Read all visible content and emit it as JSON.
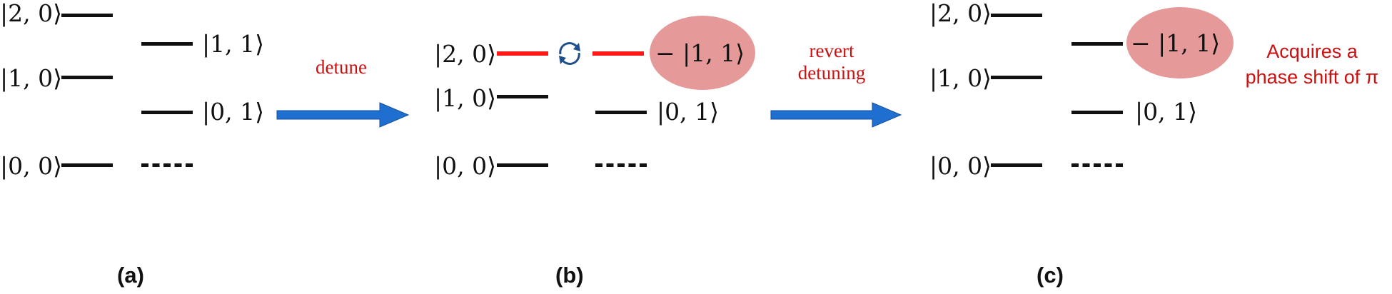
{
  "panels": {
    "a": {
      "label": "(a)",
      "kets": {
        "k20": "|2, 0⟩",
        "k10": "|1, 0⟩",
        "k00": "|0, 0⟩",
        "k11": "|1, 1⟩",
        "k01": "|0, 1⟩"
      }
    },
    "b": {
      "label": "(b)",
      "kets": {
        "k20": "|2, 0⟩",
        "k10": "|1, 0⟩",
        "k00": "|0, 0⟩",
        "k11": "− |1, 1⟩",
        "k01": "|0, 1⟩"
      }
    },
    "c": {
      "label": "(c)",
      "kets": {
        "k20": "|2, 0⟩",
        "k10": "|1, 0⟩",
        "k00": "|0, 0⟩",
        "k11": "− |1, 1⟩",
        "k01": "|0, 1⟩"
      },
      "note_line1": "Acquires a",
      "note_line2": "phase shift of π"
    }
  },
  "arrows": {
    "first": {
      "label": "detune"
    },
    "second": {
      "label_line1": "revert",
      "label_line2": "detuning"
    }
  },
  "colors": {
    "level": "#111111",
    "coupled_level": "#ff1a1a",
    "highlight": "#e59a99",
    "arrow": "#1f6fd1",
    "label_text": "#cc1010",
    "cycle_icon": "#1f4e8c"
  },
  "icons": {
    "coupling": "cycle-arrows-icon"
  }
}
